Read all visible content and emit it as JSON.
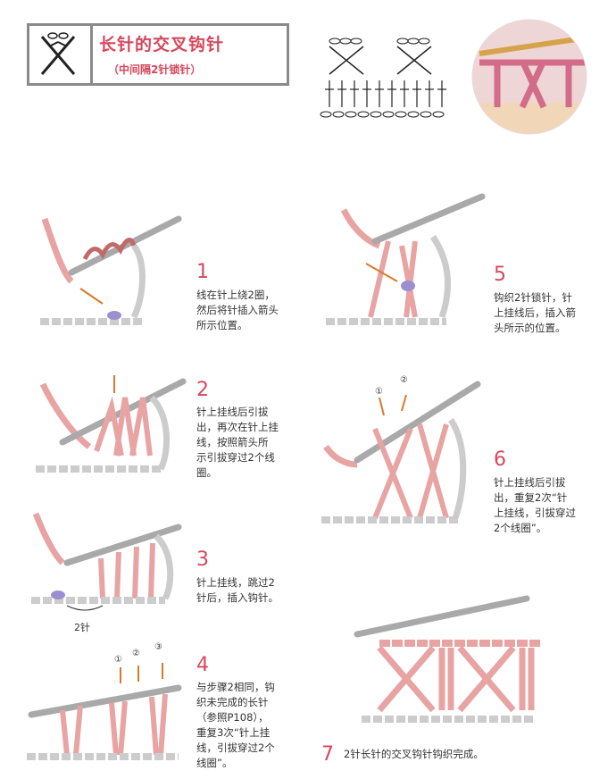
{
  "header": {
    "title": "长针的交叉钩针",
    "subtitle": "（中间隔2针锁针）"
  },
  "steps": [
    {
      "number": "1",
      "text": "线在针上绕2圈，\n然后将针插入箭头\n所示位置。"
    },
    {
      "number": "2",
      "text": "针上挂线后引拔\n出，再次在针上挂\n线，按照箭头所\n示引拔穿过2个线\n圈。"
    },
    {
      "number": "3",
      "text": "针上挂线，跳过2\n针后，插入钩针。"
    },
    {
      "number": "4",
      "text": "与步骤2相同，钩\n织未完成的长针\n（参照P108），\n重复3次“针上挂\n线，引拔穿过2个\n线圈”。"
    },
    {
      "number": "5",
      "text": "钩织2针锁针，针\n上挂线后，插入箭\n头所示的位置。"
    },
    {
      "number": "6",
      "text": "针上挂线后引拔\n出，重复2次“针\n上挂线，引拔穿过\n2个线圈”。"
    },
    {
      "number": "7",
      "text": "2针长针的交叉钩针钩织完成。"
    }
  ],
  "labels": {
    "skip_two": "2针",
    "circle_1": "①",
    "circle_2": "②",
    "circle_3": "③"
  },
  "colors": {
    "accent": "#d5485c",
    "yarn_pink": "#e8a3a3",
    "yarn_outline": "#c06a6a",
    "hook_gray": "#a9a9a9",
    "chain_white": "#ffffff",
    "arrow": "#d77a2a",
    "insert_purple": "#9b8fd0"
  }
}
